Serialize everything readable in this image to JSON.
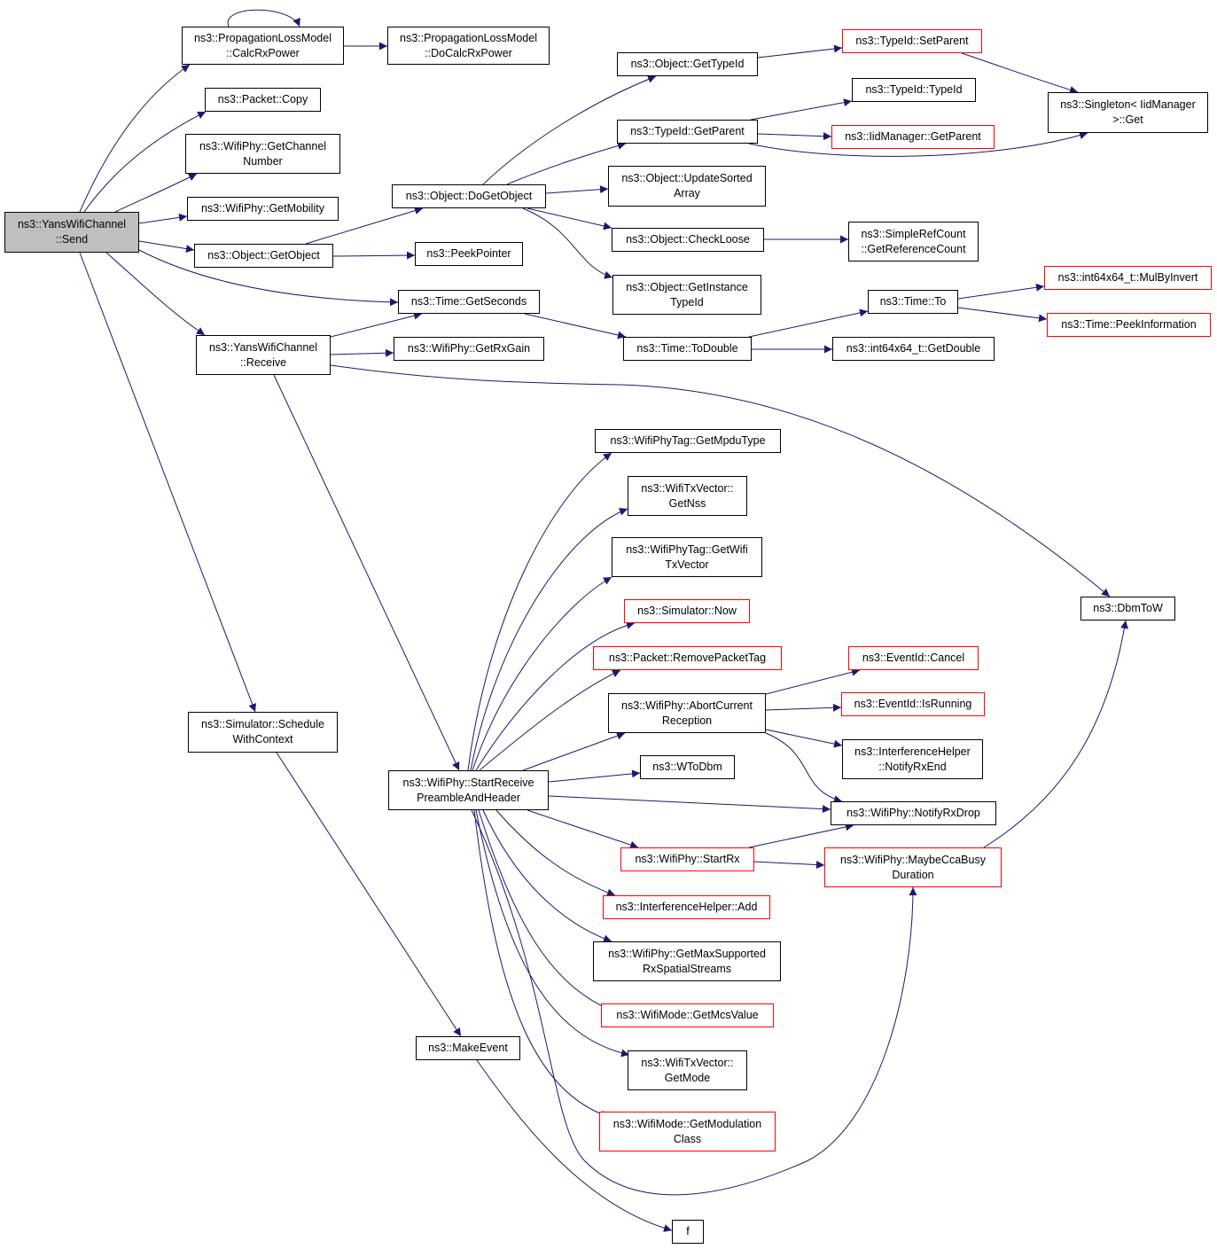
{
  "colors": {
    "edge": "#191970",
    "border": "#000000",
    "external_border": "#ff0000",
    "root_fill": "#bfbfbf"
  },
  "nodes": [
    {
      "id": "send",
      "label": "ns3::YansWifiChannel\n::Send",
      "style": "root"
    },
    {
      "id": "calcrx",
      "label": "ns3::PropagationLossModel\n::CalcRxPower"
    },
    {
      "id": "docalc",
      "label": "ns3::PropagationLossModel\n::DoCalcRxPower"
    },
    {
      "id": "pcopy",
      "label": "ns3::Packet::Copy"
    },
    {
      "id": "getchan",
      "label": "ns3::WifiPhy::GetChannel\nNumber"
    },
    {
      "id": "getmob",
      "label": "ns3::WifiPhy::GetMobility"
    },
    {
      "id": "getobj",
      "label": "ns3::Object::GetObject"
    },
    {
      "id": "dogetobj",
      "label": "ns3::Object::DoGetObject"
    },
    {
      "id": "peek",
      "label": "ns3::PeekPointer"
    },
    {
      "id": "gettid",
      "label": "ns3::Object::GetTypeId"
    },
    {
      "id": "setparent",
      "label": "ns3::TypeId::SetParent",
      "style": "red"
    },
    {
      "id": "tid",
      "label": "ns3::TypeId::TypeId"
    },
    {
      "id": "tgetparent",
      "label": "ns3::TypeId::GetParent"
    },
    {
      "id": "iidgetparent",
      "label": "ns3::IidManager::GetParent",
      "style": "red"
    },
    {
      "id": "singleton",
      "label": "ns3::Singleton< IidManager\n>::Get"
    },
    {
      "id": "updsorted",
      "label": "ns3::Object::UpdateSorted\nArray"
    },
    {
      "id": "checkloose",
      "label": "ns3::Object::CheckLoose"
    },
    {
      "id": "refcount",
      "label": "ns3::SimpleRefCount\n::GetReferenceCount"
    },
    {
      "id": "getinst",
      "label": "ns3::Object::GetInstance\nTypeId"
    },
    {
      "id": "getsec",
      "label": "ns3::Time::GetSeconds"
    },
    {
      "id": "receive",
      "label": "ns3::YansWifiChannel\n::Receive"
    },
    {
      "id": "getrxgain",
      "label": "ns3::WifiPhy::GetRxGain"
    },
    {
      "id": "todouble",
      "label": "ns3::Time::ToDouble"
    },
    {
      "id": "timeto",
      "label": "ns3::Time::To"
    },
    {
      "id": "mulby",
      "label": "ns3::int64x64_t::MulByInvert",
      "style": "red"
    },
    {
      "id": "peekinfo",
      "label": "ns3::Time::PeekInformation",
      "style": "red"
    },
    {
      "id": "getdouble",
      "label": "ns3::int64x64_t::GetDouble"
    },
    {
      "id": "mpdu",
      "label": "ns3::WifiPhyTag::GetMpduType"
    },
    {
      "id": "getnss",
      "label": "ns3::WifiTxVector::\nGetNss"
    },
    {
      "id": "getwifitx",
      "label": "ns3::WifiPhyTag::GetWifi\nTxVector"
    },
    {
      "id": "simnow",
      "label": "ns3::Simulator::Now",
      "style": "red"
    },
    {
      "id": "removetag",
      "label": "ns3::Packet::RemovePacketTag",
      "style": "red"
    },
    {
      "id": "abort",
      "label": "ns3::WifiPhy::AbortCurrent\nReception"
    },
    {
      "id": "cancel",
      "label": "ns3::EventId::Cancel",
      "style": "red"
    },
    {
      "id": "isrunning",
      "label": "ns3::EventId::IsRunning",
      "style": "red"
    },
    {
      "id": "notifyrxend",
      "label": "ns3::InterferenceHelper\n::NotifyRxEnd"
    },
    {
      "id": "wtodbm",
      "label": "ns3::WToDbm"
    },
    {
      "id": "startrecv",
      "label": "ns3::WifiPhy::StartReceive\nPreambleAndHeader"
    },
    {
      "id": "notifyrxdrop",
      "label": "ns3::WifiPhy::NotifyRxDrop"
    },
    {
      "id": "startrx",
      "label": "ns3::WifiPhy::StartRx",
      "style": "red"
    },
    {
      "id": "maybecca",
      "label": "ns3::WifiPhy::MaybeCcaBusy\nDuration",
      "style": "red"
    },
    {
      "id": "ihadd",
      "label": "ns3::InterferenceHelper::Add",
      "style": "red"
    },
    {
      "id": "getmaxss",
      "label": "ns3::WifiPhy::GetMaxSupported\nRxSpatialStreams"
    },
    {
      "id": "getmcs",
      "label": "ns3::WifiMode::GetMcsValue",
      "style": "red"
    },
    {
      "id": "getmode",
      "label": "ns3::WifiTxVector::\nGetMode"
    },
    {
      "id": "getmodclass",
      "label": "ns3::WifiMode::GetModulation\nClass",
      "style": "red"
    },
    {
      "id": "dbmtow",
      "label": "ns3::DbmToW"
    },
    {
      "id": "schedule",
      "label": "ns3::Simulator::Schedule\nWithContext"
    },
    {
      "id": "makeevent",
      "label": "ns3::MakeEvent"
    },
    {
      "id": "f",
      "label": "f"
    }
  ],
  "edges": [
    [
      "send",
      "calcrx"
    ],
    [
      "calcrx",
      "calcrx"
    ],
    [
      "calcrx",
      "docalc"
    ],
    [
      "send",
      "pcopy"
    ],
    [
      "send",
      "getchan"
    ],
    [
      "send",
      "getmob"
    ],
    [
      "send",
      "getobj"
    ],
    [
      "send",
      "getsec"
    ],
    [
      "send",
      "receive"
    ],
    [
      "send",
      "schedule"
    ],
    [
      "getobj",
      "dogetobj"
    ],
    [
      "getobj",
      "peek"
    ],
    [
      "dogetobj",
      "gettid"
    ],
    [
      "dogetobj",
      "tgetparent"
    ],
    [
      "dogetobj",
      "updsorted"
    ],
    [
      "dogetobj",
      "checkloose"
    ],
    [
      "dogetobj",
      "getinst"
    ],
    [
      "gettid",
      "setparent"
    ],
    [
      "setparent",
      "singleton"
    ],
    [
      "tgetparent",
      "tid"
    ],
    [
      "tgetparent",
      "iidgetparent"
    ],
    [
      "tgetparent",
      "singleton"
    ],
    [
      "checkloose",
      "refcount"
    ],
    [
      "receive",
      "getsec"
    ],
    [
      "receive",
      "getrxgain"
    ],
    [
      "receive",
      "dbmtow"
    ],
    [
      "receive",
      "startrecv"
    ],
    [
      "getsec",
      "todouble"
    ],
    [
      "todouble",
      "timeto"
    ],
    [
      "todouble",
      "getdouble"
    ],
    [
      "timeto",
      "mulby"
    ],
    [
      "timeto",
      "peekinfo"
    ],
    [
      "startrecv",
      "mpdu"
    ],
    [
      "startrecv",
      "getnss"
    ],
    [
      "startrecv",
      "getwifitx"
    ],
    [
      "startrecv",
      "simnow"
    ],
    [
      "startrecv",
      "removetag"
    ],
    [
      "startrecv",
      "abort"
    ],
    [
      "startrecv",
      "wtodbm"
    ],
    [
      "startrecv",
      "notifyrxdrop"
    ],
    [
      "startrecv",
      "startrx"
    ],
    [
      "startrecv",
      "ihadd"
    ],
    [
      "startrecv",
      "getmaxss"
    ],
    [
      "startrecv",
      "getmcs"
    ],
    [
      "startrecv",
      "getmode"
    ],
    [
      "startrecv",
      "getmodclass"
    ],
    [
      "startrecv",
      "maybecca"
    ],
    [
      "abort",
      "cancel"
    ],
    [
      "abort",
      "isrunning"
    ],
    [
      "abort",
      "notifyrxend"
    ],
    [
      "abort",
      "notifyrxdrop"
    ],
    [
      "startrx",
      "notifyrxdrop"
    ],
    [
      "startrx",
      "maybecca"
    ],
    [
      "maybecca",
      "dbmtow"
    ],
    [
      "schedule",
      "makeevent"
    ],
    [
      "makeevent",
      "f"
    ]
  ]
}
